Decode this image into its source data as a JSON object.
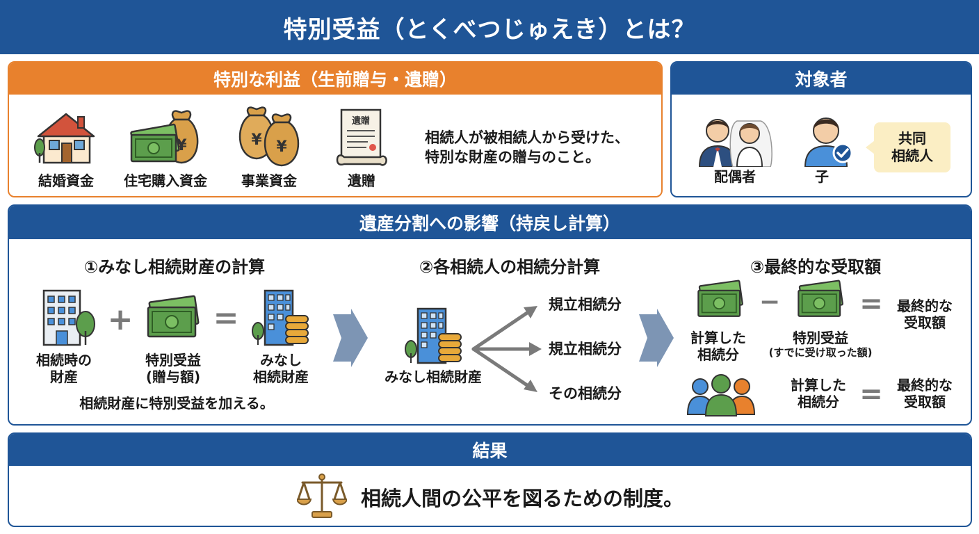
{
  "title": "特別受益（とくべつじゅえき）とは？",
  "benefit": {
    "heading": "特別な利益（生前贈与・遺贈）",
    "items": [
      {
        "label": "結婚資金",
        "icon": "house-icon"
      },
      {
        "label": "住宅購入資金",
        "icon": "money-bag-icon"
      },
      {
        "label": "事業資金",
        "icon": "yen-bags-icon"
      },
      {
        "label": "遺贈",
        "icon": "will-document-icon"
      }
    ],
    "doc_label": "遺贈",
    "yen": "¥",
    "description_line1": "相続人が被相続人から受けた、",
    "description_line2": "特別な財産の贈与のこと。"
  },
  "target": {
    "heading": "対象者",
    "spouse_label": "配偶者",
    "child_label": "子",
    "bubble_line1": "共同",
    "bubble_line2": "相続人"
  },
  "impact": {
    "heading": "遺産分割への影響（持戻し計算）",
    "step1": {
      "title": "①みなし相続財産の計算",
      "a_line1": "相続時の",
      "a_line2": "財産",
      "plus": "+",
      "b_line1": "特別受益",
      "b_line2": "(贈与額)",
      "equals": "=",
      "c_line1": "みなし",
      "c_line2": "相続財産",
      "note": "相続財産に特別受益を加える。"
    },
    "step2": {
      "title": "②各相続人の相続分計算",
      "source_label": "みなし相続財産",
      "shares": [
        "規立相続分",
        "規立相続分",
        "その相続分"
      ]
    },
    "step3": {
      "title": "③最終的な受取額",
      "row1_a_line1": "計算した",
      "row1_a_line2": "相続分",
      "minus": "−",
      "row1_b_line1": "特別受益",
      "row1_b_line2": "(すでに受け取った額)",
      "equals": "=",
      "row1_result_line1": "最終的な",
      "row1_result_line2": "受取額",
      "row2_a_line1": "計算した",
      "row2_a_line2": "相続分",
      "row2_result_line1": "最終的な",
      "row2_result_line2": "受取額"
    }
  },
  "result": {
    "heading": "結果",
    "text": "相続人間の公平を図るための制度。"
  },
  "colors": {
    "navy": "#1f5597",
    "orange": "#e8812d",
    "money_green": "#5c9e4c",
    "bubble": "#fbeec4",
    "arrow_gray": "#7d95b4"
  }
}
